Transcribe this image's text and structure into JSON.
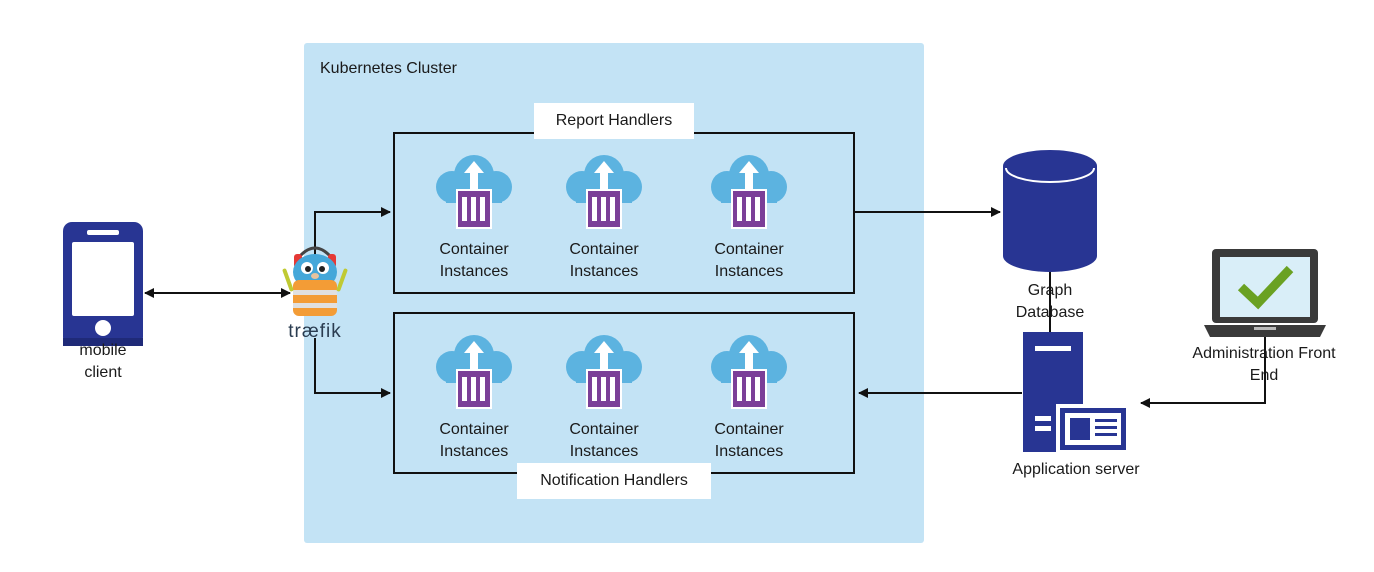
{
  "cluster": {
    "title": "Kubernetes Cluster"
  },
  "report_group": {
    "label": "Report Handlers",
    "instances": [
      {
        "line1": "Container",
        "line2": "Instances"
      },
      {
        "line1": "Container",
        "line2": "Instances"
      },
      {
        "line1": "Container",
        "line2": "Instances"
      }
    ]
  },
  "notification_group": {
    "label": "Notification Handlers",
    "instances": [
      {
        "line1": "Container",
        "line2": "Instances"
      },
      {
        "line1": "Container",
        "line2": "Instances"
      },
      {
        "line1": "Container",
        "line2": "Instances"
      }
    ]
  },
  "mobile": {
    "line1": "mobile",
    "line2": "client"
  },
  "traefik": {
    "logo_text": "træfik"
  },
  "database": {
    "line1": "Graph",
    "line2": "Database"
  },
  "app_server": {
    "label": "Application server"
  },
  "admin": {
    "line1": "Administration Front",
    "line2": "End"
  },
  "colors": {
    "navy": "#283593",
    "cluster_bg": "#c3e3f5",
    "cloud": "#5cb3e0",
    "container": "#7b3f98",
    "check": "#6aa122",
    "screen": "#d9eef8"
  }
}
